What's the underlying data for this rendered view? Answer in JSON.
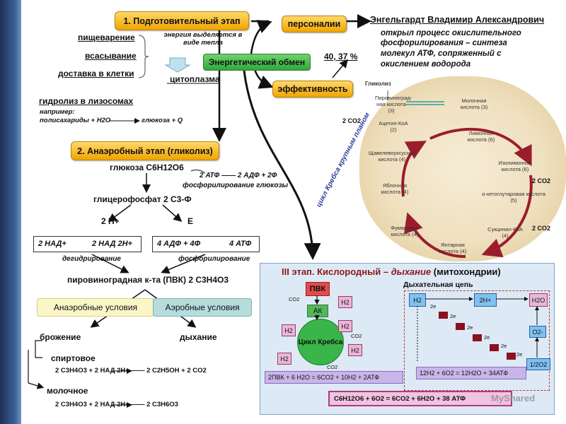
{
  "stage1": {
    "title": "1. Подготовительный этап",
    "energy_note": "энергия выделяется в виде тепла",
    "items": [
      "пищеварение",
      "всасывание",
      "доставка в клетки"
    ],
    "cytoplasm": "цитоплазма",
    "hydrolysis": "гидролиз в лизосомах",
    "example_label": "например:",
    "example_left": "полисахариды + H2O",
    "example_right": "глюкоза + Q"
  },
  "center": {
    "energy_exchange": "Энергетический обмен"
  },
  "personalia": {
    "label": "персоналии",
    "name": "Энгельгардт Владимир Александрович",
    "desc": [
      "открыл процесс окислительного",
      "фосфорилирования – синтеза",
      "молекул АТФ, сопряженный с",
      "окислением водорода"
    ]
  },
  "efficiency": {
    "label": "эффективность",
    "value": "40, 37 %"
  },
  "stage2": {
    "title": "2. Анаэробный этап (гликолиз)",
    "glucose": "глюкоза C6H12O6",
    "atp_reaction": "2 АТФ —— 2 АДФ + 2Ф",
    "phos_glucose": "фосфорилирование глюкозы",
    "glycerophosphate": "глицерофосфат 2 C3-Ф",
    "h_label": "2 H+",
    "e_label": "E",
    "nad_left": "2 НАД+",
    "nad_right": "2 НАД 2H+",
    "adp_left": "4 АДФ + 4Ф",
    "adp_right": "4 АТФ",
    "dehydrogenation": "дегидрирование",
    "phosphorylation": "фосфорилирование",
    "pvk": "пировиноградная к-та (ПВК) 2 C3H4O3",
    "anaerobic": "Анаэробные условия",
    "aerobic": "Аэробные условия",
    "fermentation": "брожение",
    "respiration": "дыхание",
    "alcoholic": "спиртовое",
    "alcoholic_eq": "2 C3H4O3 + 2 НАД 2H+ —— 2 C2H5OH + 2 CO2",
    "lactic": "молочное",
    "lactic_eq": "2 C3H4O3 + 2 НАД 2H+ —— 2 C3H6O3"
  },
  "krebs": {
    "title": "Гликолиз",
    "side_label": "цикл Кребса крупным планом",
    "co2": "2 CO2",
    "items": [
      "Пировиноград-ная кислота (3)",
      "Молочная кислота (3)",
      "Ацетил-КоА (2)",
      "Лимонная кислота (6)",
      "Щавелевоуксусная кислота (4)",
      "Изолимонная кислота (6)",
      "Яблочная кислота (4)",
      "α-кетоглутаровая кислота (5)",
      "Фумаровая кислота (4)",
      "Сукцинил-КоА (4)",
      "Янтарная кислота (4)"
    ]
  },
  "stage3": {
    "title_a": "III этап. Кислородный – ",
    "title_b": "дыхание",
    "title_c": " (митохондрии)",
    "pvk": "ПВК",
    "ak": "АК",
    "h2": "H2",
    "co2": "CO2",
    "cycle": "Цикл Кребса",
    "chain_title": "Дыхательная цепь",
    "twoh": "2H+",
    "h2o": "H2O",
    "o2minus": "O2-",
    "half_o2": "1/2O2",
    "e2": "2e",
    "eq_left": "2ПВК + 6 H2O = 6CO2 + 10H2 + 2АТФ",
    "eq_right": "12H2 + 6O2 = 12H2O + 34АТФ",
    "total": "C6H12O6 + 6O2 = 6CO2 + 6H2O + 38 АТФ"
  },
  "watermark": "MyShared"
}
